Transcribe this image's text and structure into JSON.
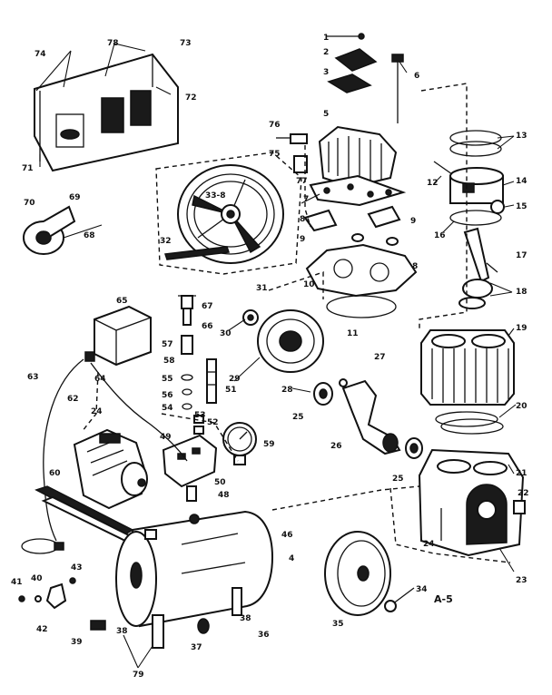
{
  "diagram": {
    "sheet_label": "A-5",
    "callouts": [
      {
        "id": "c1",
        "text": "1"
      },
      {
        "id": "c2",
        "text": "2"
      },
      {
        "id": "c3",
        "text": "3"
      },
      {
        "id": "c4",
        "text": "4"
      },
      {
        "id": "c5",
        "text": "5"
      },
      {
        "id": "c6",
        "text": "6"
      },
      {
        "id": "c7",
        "text": "7"
      },
      {
        "id": "c8a",
        "text": "8"
      },
      {
        "id": "c8b",
        "text": "8"
      },
      {
        "id": "c9a",
        "text": "9"
      },
      {
        "id": "c9b",
        "text": "9"
      },
      {
        "id": "c10",
        "text": "10"
      },
      {
        "id": "c11",
        "text": "11"
      },
      {
        "id": "c12",
        "text": "12"
      },
      {
        "id": "c13",
        "text": "13"
      },
      {
        "id": "c14",
        "text": "14"
      },
      {
        "id": "c15",
        "text": "15"
      },
      {
        "id": "c16",
        "text": "16"
      },
      {
        "id": "c17",
        "text": "17"
      },
      {
        "id": "c18",
        "text": "18"
      },
      {
        "id": "c19",
        "text": "19"
      },
      {
        "id": "c20",
        "text": "20"
      },
      {
        "id": "c21",
        "text": "21"
      },
      {
        "id": "c22",
        "text": "22"
      },
      {
        "id": "c23",
        "text": "23"
      },
      {
        "id": "c24a",
        "text": "24"
      },
      {
        "id": "c24b",
        "text": "24"
      },
      {
        "id": "c25a",
        "text": "25"
      },
      {
        "id": "c25b",
        "text": "25"
      },
      {
        "id": "c26",
        "text": "26"
      },
      {
        "id": "c27",
        "text": "27"
      },
      {
        "id": "c28",
        "text": "28"
      },
      {
        "id": "c29",
        "text": "29"
      },
      {
        "id": "c30",
        "text": "30"
      },
      {
        "id": "c31",
        "text": "31"
      },
      {
        "id": "c32",
        "text": "32"
      },
      {
        "id": "c33",
        "text": "33-8"
      },
      {
        "id": "c34",
        "text": "34"
      },
      {
        "id": "c35",
        "text": "35"
      },
      {
        "id": "c36",
        "text": "36"
      },
      {
        "id": "c37",
        "text": "37"
      },
      {
        "id": "c38a",
        "text": "38"
      },
      {
        "id": "c38b",
        "text": "38"
      },
      {
        "id": "c39",
        "text": "39"
      },
      {
        "id": "c40",
        "text": "40"
      },
      {
        "id": "c41",
        "text": "41"
      },
      {
        "id": "c42",
        "text": "42"
      },
      {
        "id": "c43",
        "text": "43"
      },
      {
        "id": "c46",
        "text": "46"
      },
      {
        "id": "c48",
        "text": "48"
      },
      {
        "id": "c49",
        "text": "49"
      },
      {
        "id": "c50",
        "text": "50"
      },
      {
        "id": "c51",
        "text": "51"
      },
      {
        "id": "c52",
        "text": "52"
      },
      {
        "id": "c53",
        "text": "53"
      },
      {
        "id": "c54",
        "text": "54"
      },
      {
        "id": "c55",
        "text": "55"
      },
      {
        "id": "c56",
        "text": "56"
      },
      {
        "id": "c57",
        "text": "57"
      },
      {
        "id": "c58",
        "text": "58"
      },
      {
        "id": "c59",
        "text": "59"
      },
      {
        "id": "c60",
        "text": "60"
      },
      {
        "id": "c62",
        "text": "62"
      },
      {
        "id": "c63",
        "text": "63"
      },
      {
        "id": "c64",
        "text": "64"
      },
      {
        "id": "c65",
        "text": "65"
      },
      {
        "id": "c66",
        "text": "66"
      },
      {
        "id": "c67",
        "text": "67"
      },
      {
        "id": "c68",
        "text": "68"
      },
      {
        "id": "c69",
        "text": "69"
      },
      {
        "id": "c70",
        "text": "70"
      },
      {
        "id": "c71",
        "text": "71"
      },
      {
        "id": "c72",
        "text": "72"
      },
      {
        "id": "c73",
        "text": "73"
      },
      {
        "id": "c74",
        "text": "74"
      },
      {
        "id": "c75",
        "text": "75"
      },
      {
        "id": "c76",
        "text": "76"
      },
      {
        "id": "c77",
        "text": "77"
      },
      {
        "id": "c78",
        "text": "78"
      },
      {
        "id": "c79",
        "text": "79"
      }
    ]
  }
}
